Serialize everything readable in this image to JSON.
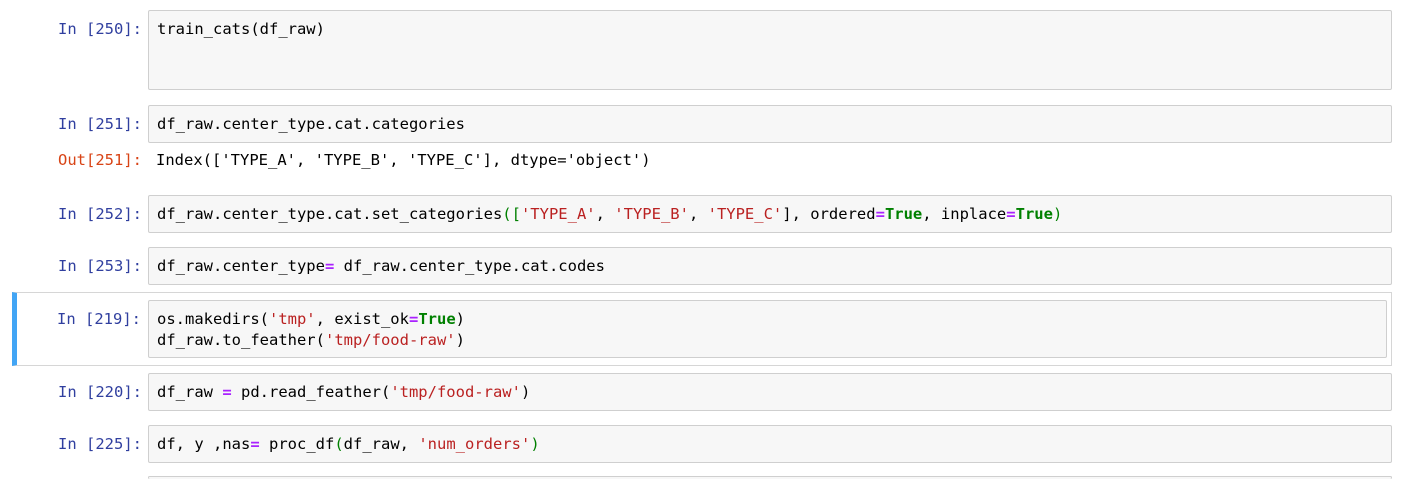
{
  "colors": {
    "in_prompt": "#303f9f",
    "out_prompt": "#d84315",
    "string": "#ba2121",
    "operator": "#aa22ff",
    "keyword": "#008000",
    "selected_bar": "#42a5f5"
  },
  "cells": [
    {
      "prompt": "In [250]:",
      "lines": [
        [
          {
            "t": "plain",
            "v": "train_cats(df_raw)"
          }
        ]
      ]
    },
    {
      "prompt": "In [251]:",
      "lines": [
        [
          {
            "t": "plain",
            "v": "df_raw.center_type.cat.categories"
          }
        ]
      ],
      "output_prompt": "Out[251]:",
      "output": "Index(['TYPE_A', 'TYPE_B', 'TYPE_C'], dtype='object')"
    },
    {
      "prompt": "In [252]:",
      "lines": [
        [
          {
            "t": "plain",
            "v": "df_raw.center_type.cat.set_categories"
          },
          {
            "t": "bracket",
            "v": "(["
          },
          {
            "t": "str",
            "v": "'TYPE_A'"
          },
          {
            "t": "plain",
            "v": ", "
          },
          {
            "t": "str",
            "v": "'TYPE_B'"
          },
          {
            "t": "plain",
            "v": ", "
          },
          {
            "t": "str",
            "v": "'TYPE_C'"
          },
          {
            "t": "plain",
            "v": "], ordered"
          },
          {
            "t": "op",
            "v": "="
          },
          {
            "t": "kw",
            "v": "True"
          },
          {
            "t": "plain",
            "v": ", inplace"
          },
          {
            "t": "op",
            "v": "="
          },
          {
            "t": "kw",
            "v": "True"
          },
          {
            "t": "bracket",
            "v": ")"
          }
        ]
      ]
    },
    {
      "prompt": "In [253]:",
      "lines": [
        [
          {
            "t": "plain",
            "v": "df_raw.center_type"
          },
          {
            "t": "op",
            "v": "="
          },
          {
            "t": "plain",
            "v": " df_raw.center_type.cat.codes"
          }
        ]
      ]
    },
    {
      "prompt": "In [219]:",
      "selected": true,
      "lines": [
        [
          {
            "t": "plain",
            "v": "os.makedirs("
          },
          {
            "t": "str",
            "v": "'tmp'"
          },
          {
            "t": "plain",
            "v": ", exist_ok"
          },
          {
            "t": "op",
            "v": "="
          },
          {
            "t": "kw",
            "v": "True"
          },
          {
            "t": "plain",
            "v": ")"
          }
        ],
        [
          {
            "t": "plain",
            "v": "df_raw.to_feather("
          },
          {
            "t": "str",
            "v": "'tmp/food-raw'"
          },
          {
            "t": "plain",
            "v": ")"
          }
        ]
      ]
    },
    {
      "prompt": "In [220]:",
      "lines": [
        [
          {
            "t": "plain",
            "v": "df_raw "
          },
          {
            "t": "op",
            "v": "="
          },
          {
            "t": "plain",
            "v": " pd.read_feather("
          },
          {
            "t": "str",
            "v": "'tmp/food-raw'"
          },
          {
            "t": "plain",
            "v": ")"
          }
        ]
      ]
    },
    {
      "prompt": "In [225]:",
      "lines": [
        [
          {
            "t": "plain",
            "v": "df, y ,nas"
          },
          {
            "t": "op",
            "v": "="
          },
          {
            "t": "plain",
            "v": " proc_df"
          },
          {
            "t": "bracket",
            "v": "("
          },
          {
            "t": "plain",
            "v": "df_raw, "
          },
          {
            "t": "str",
            "v": "'num_orders'"
          },
          {
            "t": "bracket",
            "v": ")"
          }
        ]
      ]
    }
  ]
}
